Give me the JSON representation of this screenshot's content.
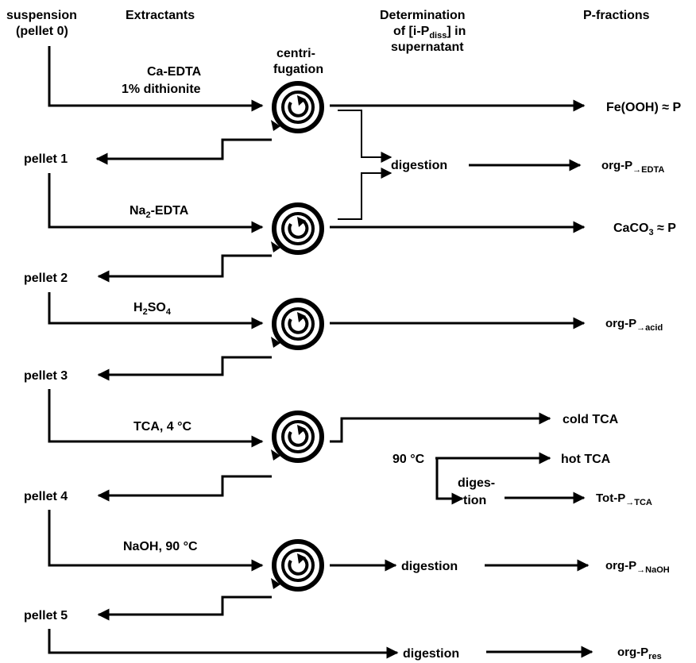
{
  "headers": {
    "suspension_line1": "suspension",
    "suspension_line2": "(pellet 0)",
    "extractants": "Extractants",
    "determination_line1": "Determination",
    "determination_line2_pre": "of [i-P",
    "determination_line2_sub": "diss",
    "determination_line2_post": "] in",
    "determination_line3": "supernatant",
    "p_fractions": "P-fractions"
  },
  "centrifugation_label": [
    "centri-",
    "fugation"
  ],
  "pellets": [
    "pellet 1",
    "pellet 2",
    "pellet 3",
    "pellet 4",
    "pellet 5"
  ],
  "extractants": {
    "step1": [
      "Ca-EDTA",
      "1% dithionite"
    ],
    "step2": {
      "pre": "Na",
      "sub": "2",
      "post": "-EDTA"
    },
    "step3": {
      "a": "H",
      "b": "2",
      "c": "SO",
      "d": "4"
    },
    "step4": "TCA, 4 °C",
    "step5": "NaOH, 90 °C"
  },
  "process": {
    "digestion": "digestion",
    "heat_90": "90 °C",
    "diges_line1": "diges-",
    "diges_line2": "tion"
  },
  "fractions": {
    "fe_ooh": "Fe(OOH) ≈ P",
    "org_p_edta_main": "org-P",
    "org_p_edta_sub": "→EDTA",
    "caco3_pre": "CaCO",
    "caco3_sub": "3",
    "caco3_post": " ≈ P",
    "org_p_acid_main": "org-P",
    "org_p_acid_sub": "→acid",
    "cold_tca": "cold TCA",
    "hot_tca": "hot TCA",
    "tot_p_tca_main": "Tot-P",
    "tot_p_tca_sub": "→TCA",
    "org_p_naoh_main": "org-P",
    "org_p_naoh_sub": "→NaOH",
    "org_p_res_main": "org-P",
    "org_p_res_sub": "res"
  }
}
